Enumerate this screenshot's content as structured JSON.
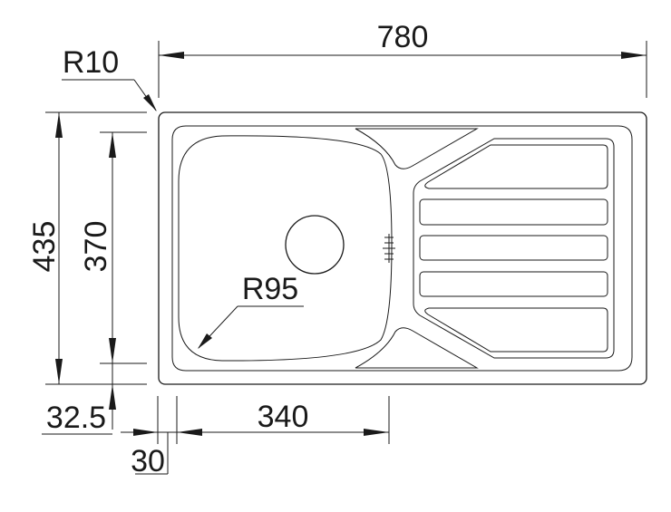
{
  "title": "Sink dimension drawing",
  "dimensions": {
    "overall_width": "780",
    "corner_radius": "R10",
    "overall_depth": "435",
    "bowl_depth": "370",
    "bowl_radius": "R95",
    "bowl_offset_bottom": "32.5",
    "bowl_offset_left": "30",
    "bowl_width": "340"
  },
  "colors": {
    "line": "#1a1a1a",
    "background": "#ffffff"
  }
}
